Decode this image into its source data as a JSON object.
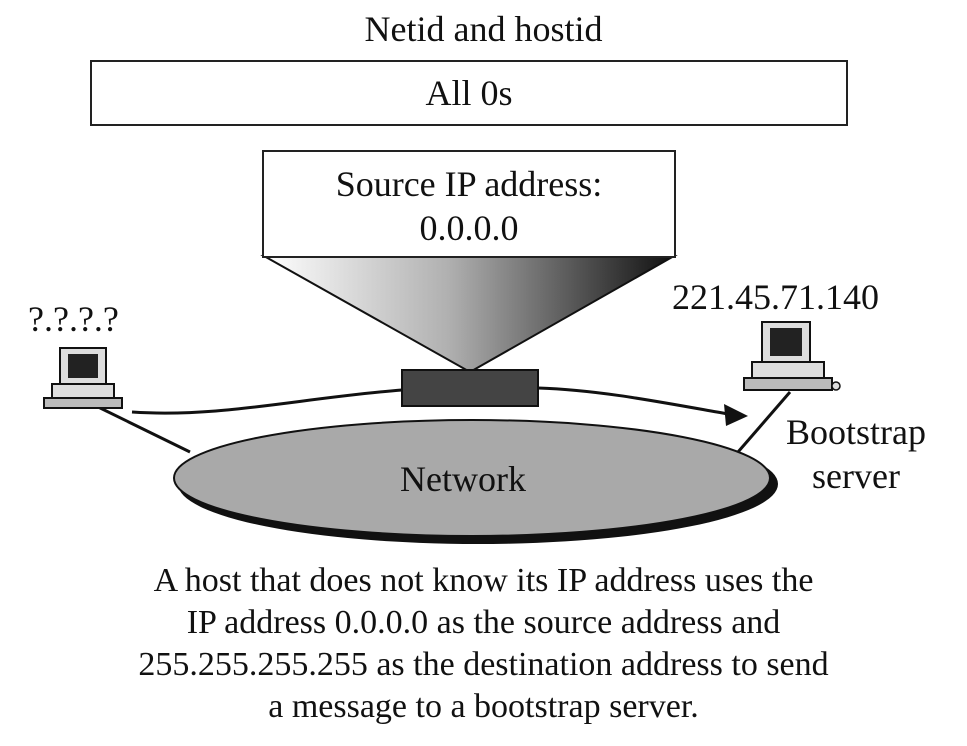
{
  "header": {
    "title": "Netid and hostid"
  },
  "address_box": {
    "text": "All 0s"
  },
  "source_box": {
    "line1": "Source IP address:",
    "line2": "0.0.0.0"
  },
  "client": {
    "label": "?.?.?.?"
  },
  "server": {
    "ip": "221.45.71.140",
    "label_line1": "Bootstrap",
    "label_line2": "server"
  },
  "network": {
    "label": "Network"
  },
  "caption": {
    "line1": "A host that does not know its IP address uses the",
    "line2": "IP address 0.0.0.0 as the source address and",
    "line3": "255.255.255.255 as the destination address to send",
    "line4": "a message to a bootstrap server."
  },
  "colors": {
    "network_fill": "#a9a9a9",
    "packet_fill": "#444444",
    "outline": "#111111"
  }
}
